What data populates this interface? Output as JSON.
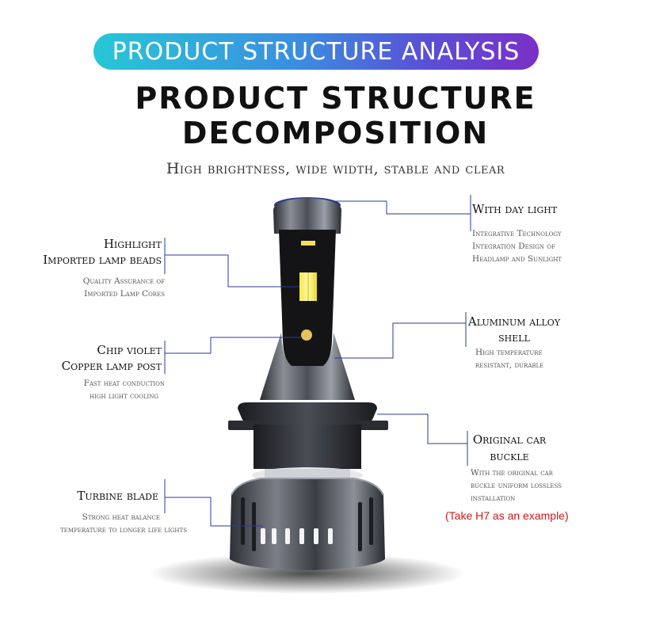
{
  "banner": {
    "text": "PRODUCT STRUCTURE ANALYSIS"
  },
  "title": {
    "line1": "PRODUCT STRUCTURE",
    "line2": "DECOMPOSITION"
  },
  "subtitle": "High brightness, wide width, stable and clear",
  "callouts": {
    "day_light": {
      "title": "With day light",
      "desc": [
        "Integrative Technology",
        "Integration Design of",
        "Headlamp and Sunlight"
      ]
    },
    "lamp_beads": {
      "title": [
        "Highlight",
        "Imported lamp beads"
      ],
      "desc": [
        "Quality Assurance of",
        "Imported Lamp Cores"
      ]
    },
    "aluminum": {
      "title": [
        "Aluminum alloy",
        "shell"
      ],
      "desc": [
        "High temperature",
        "resistant, durable"
      ]
    },
    "chip": {
      "title": [
        "Chip violet",
        "Copper lamp post"
      ],
      "desc": [
        "Fast heat conduction",
        "high light cooling"
      ]
    },
    "buckle": {
      "title": [
        "Original car",
        "buckle"
      ],
      "desc": [
        "With the original car",
        "buckle uniform lossless",
        "installation"
      ]
    },
    "turbine": {
      "title": "Turbine blade",
      "desc": [
        "Strong heat balance",
        "temperature to longer life lights"
      ]
    }
  },
  "note": "(Take H7 as an example)",
  "colors": {
    "banner_start": "#27c7d6",
    "banner_end": "#7b2fc7",
    "leader": "#2b3a9a",
    "note": "#d01818"
  }
}
